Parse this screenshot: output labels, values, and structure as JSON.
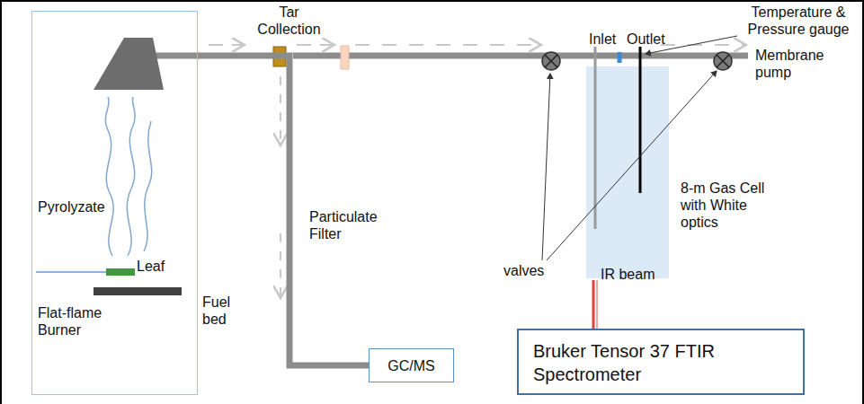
{
  "diagram": {
    "nodes": [
      {
        "text": [
          "Pyrolyzate",
          "Leaf",
          "Flat-flame Burner"
        ]
      },
      {
        "text": [
          "GC/MS"
        ]
      },
      {
        "text": [
          "Bruker Tensor 37 FTIR Spectrometer"
        ]
      }
    ],
    "edges": [
      {
        "from": 0,
        "to": 1,
        "arrow": "none"
      }
    ],
    "labels": [
      "Fuel bed",
      "Tar Collection",
      "Particulate Filter",
      "Inlet",
      "Outlet",
      "Temperature & Pressure gauge",
      "Membrane pump",
      "8-m Gas Cell with White optics",
      "valves",
      "IR beam"
    ]
  }
}
